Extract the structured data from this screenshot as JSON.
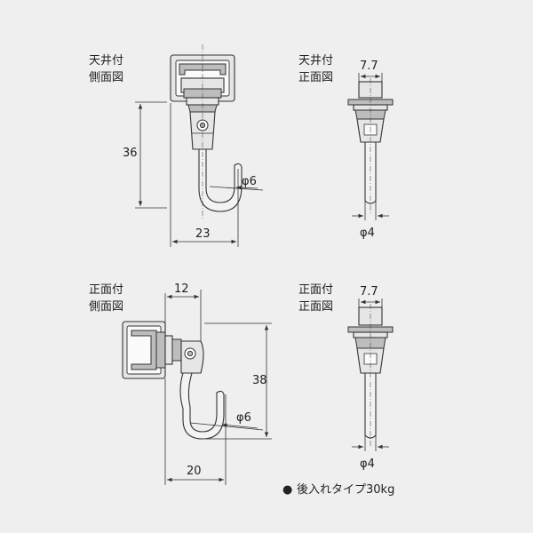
{
  "views": {
    "top_left": {
      "label_line1": "天井付",
      "label_line2": "側面図",
      "dim_height": "36",
      "dim_width": "23",
      "dim_hook_dia": "φ6"
    },
    "top_right": {
      "label_line1": "天井付",
      "label_line2": "正面図",
      "dim_top": "7.7",
      "dim_rod_dia": "φ4"
    },
    "bottom_left": {
      "label_line1": "正面付",
      "label_line2": "側面図",
      "dim_top": "12",
      "dim_height": "38",
      "dim_width": "20",
      "dim_hook_dia": "φ6"
    },
    "bottom_right": {
      "label_line1": "正面付",
      "label_line2": "正面図",
      "dim_top": "7.7",
      "dim_rod_dia": "φ4"
    }
  },
  "note": {
    "bullet": "●",
    "text": "後入れタイプ30kg"
  }
}
